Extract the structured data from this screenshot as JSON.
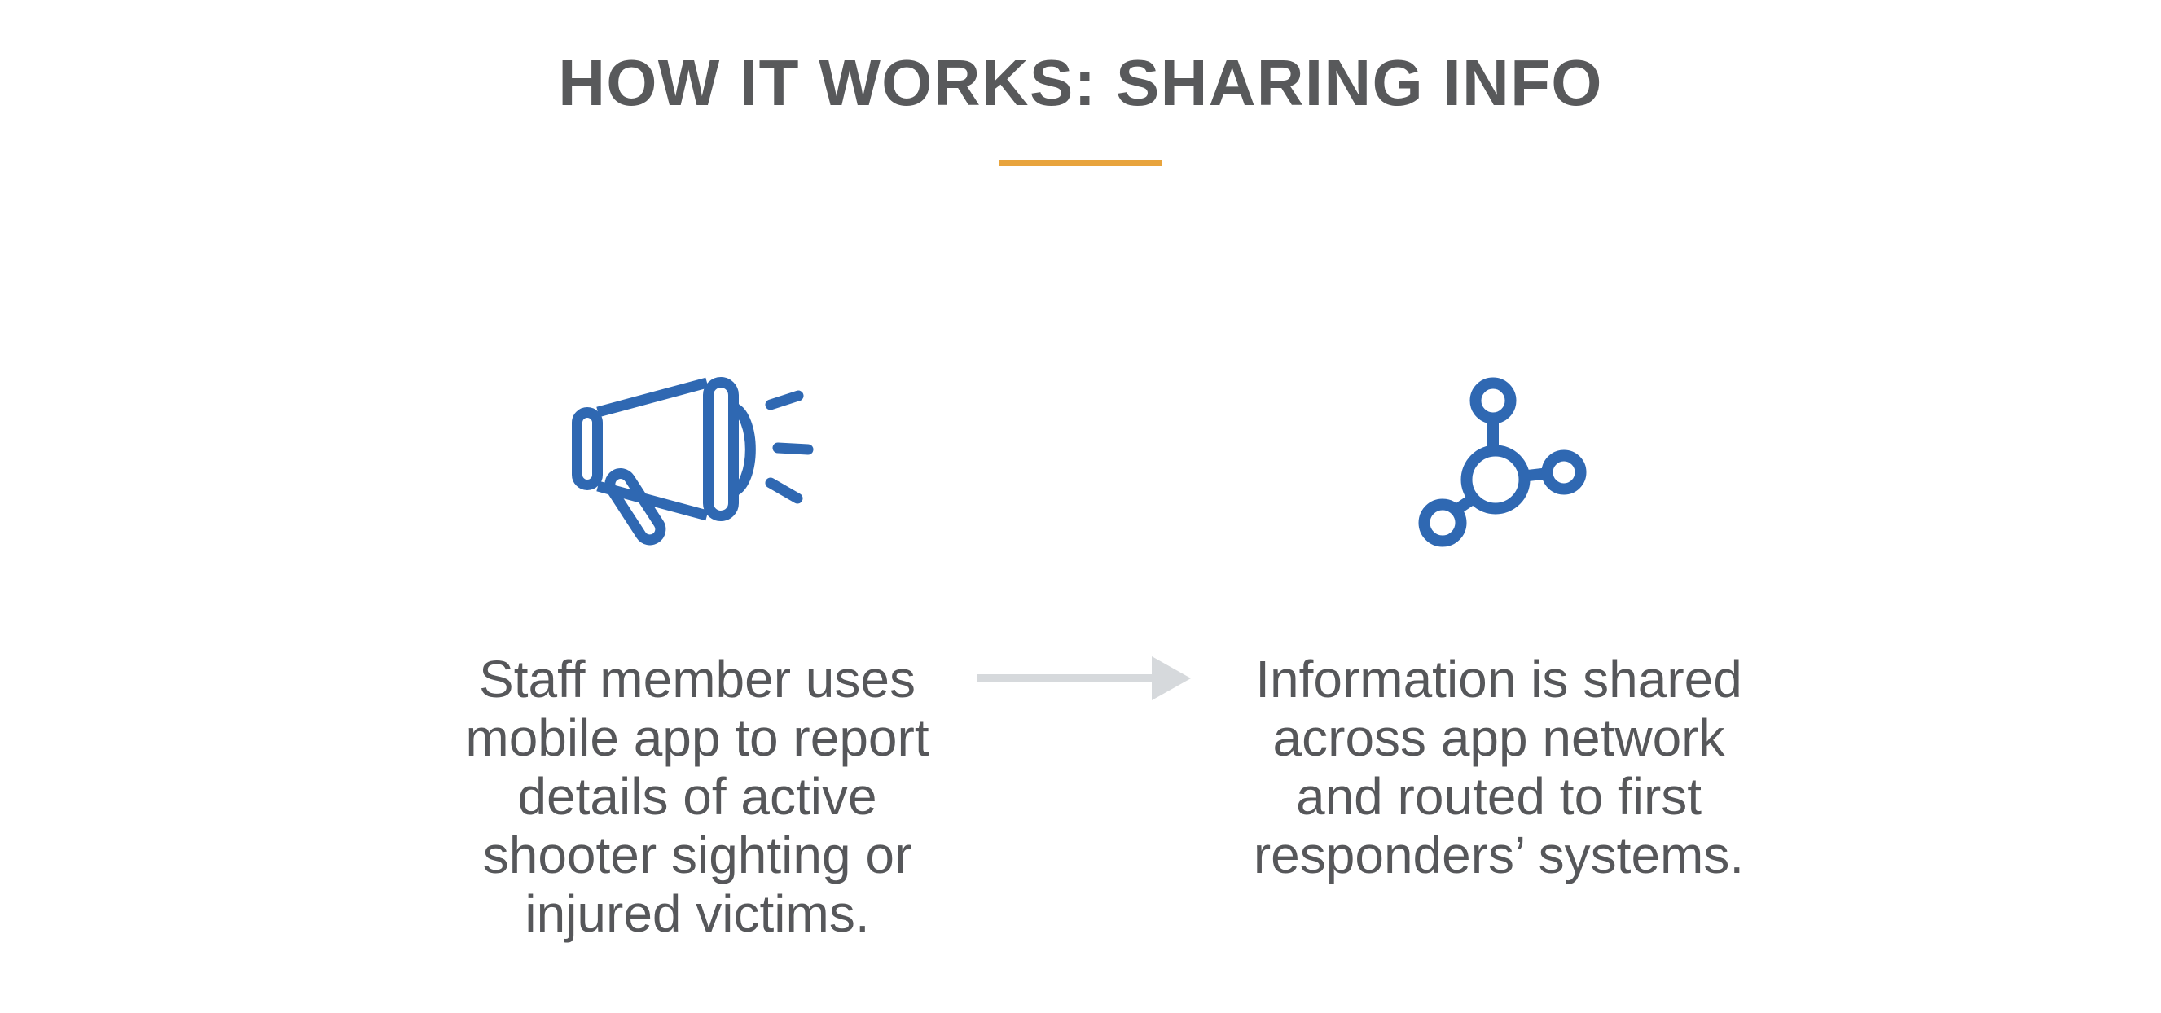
{
  "header": {
    "title": "HOW IT WORKS: SHARING INFO"
  },
  "steps": [
    {
      "icon": "megaphone-icon",
      "text": "Staff member uses\nmobile app to report\ndetails of active\nshooter sighting or\ninjured victims."
    },
    {
      "icon": "network-share-icon",
      "text": "Information is shared\nacross app network\nand routed to first\nresponders’ systems."
    }
  ],
  "flow": {
    "connector": "arrow-right-icon",
    "direction": "left-to-right"
  },
  "colors": {
    "accent_orange": "#E8A43D",
    "icon_blue": "#2F68B2",
    "title_gray": "#58595B",
    "body_gray": "#56575A",
    "arrow_gray": "#D6D9DC",
    "background": "#FFFFFF"
  }
}
